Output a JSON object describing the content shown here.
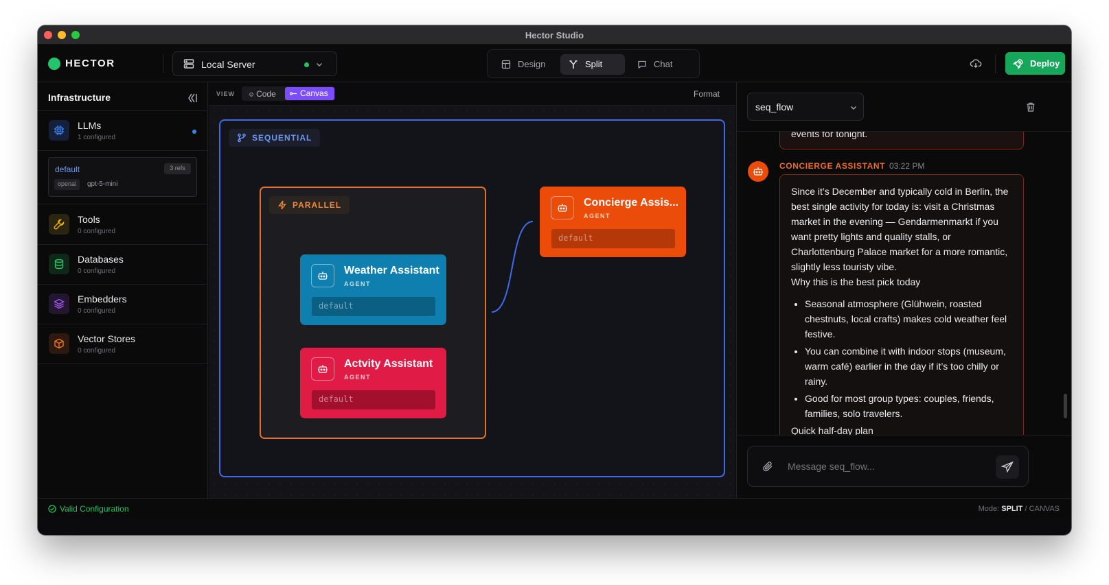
{
  "window": {
    "title": "Hector Studio"
  },
  "header": {
    "logo": "HECTOR",
    "server": {
      "label": "Local Server",
      "status_color": "#22c55e"
    },
    "modes": [
      {
        "label": "Design",
        "icon": "layout-icon",
        "active": false
      },
      {
        "label": "Split",
        "icon": "split-icon",
        "active": true
      },
      {
        "label": "Chat",
        "icon": "chat-icon",
        "active": false
      }
    ],
    "deploy_label": "Deploy",
    "accent": "#17a75a"
  },
  "sidebar": {
    "title": "Infrastructure",
    "items": [
      {
        "name": "LLMs",
        "sub": "1 configured",
        "icon": "cpu-icon",
        "color": "#3b82f6"
      },
      {
        "name": "Tools",
        "sub": "0 configured",
        "icon": "wrench-icon",
        "color": "#eab308"
      },
      {
        "name": "Databases",
        "sub": "0 configured",
        "icon": "database-icon",
        "color": "#22c55e"
      },
      {
        "name": "Embedders",
        "sub": "0 configured",
        "icon": "layers-icon",
        "color": "#a855f7"
      },
      {
        "name": "Vector Stores",
        "sub": "0 configured",
        "icon": "box-icon",
        "color": "#f97316"
      }
    ],
    "llm_card": {
      "name": "default",
      "refs": "3 refs",
      "provider": "openai",
      "model": "gpt-5-mini"
    }
  },
  "canvas": {
    "view_label": "VIEW",
    "view_options": [
      "Code",
      "Canvas"
    ],
    "active_view": "Canvas",
    "format_label": "Format",
    "sequential_label": "SEQUENTIAL",
    "parallel_label": "PARALLEL",
    "agents": [
      {
        "name": "Weather Assistant",
        "type": "AGENT",
        "model": "default",
        "color": "#0e7fae"
      },
      {
        "name": "Actvity Assistant",
        "type": "AGENT",
        "model": "default",
        "color": "#e01b45"
      },
      {
        "name": "Concierge Assis...",
        "type": "AGENT",
        "model": "default",
        "color": "#ec4c0a"
      }
    ]
  },
  "chat": {
    "flow": "seq_flow",
    "previous_message_tail": "events for tonight.",
    "message": {
      "sender": "CONCIERGE ASSISTANT",
      "time": "03:22 PM",
      "paragraph": "Since it’s December and typically cold in Berlin, the best single activity for today is: visit a Christmas market in the evening — Gendarmenmarkt if you want pretty lights and quality stalls, or Charlottenburg Palace market for a more romantic, slightly less touristy vibe.",
      "subheading": "Why this is the best pick today",
      "bullets": [
        "Seasonal atmosphere (Glühwein, roasted chestnuts, local crafts) makes cold weather feel festive.",
        "You can combine it with indoor stops (museum, warm café) earlier in the day if it’s too chilly or rainy.",
        "Good for most group types: couples, friends, families, solo travelers."
      ],
      "tail": "Quick half-day plan"
    },
    "composer_placeholder": "Message seq_flow..."
  },
  "statusbar": {
    "valid": "Valid Configuration",
    "mode_prefix": "Mode:",
    "mode_primary": "SPLIT",
    "mode_secondary": "/ CANVAS"
  }
}
